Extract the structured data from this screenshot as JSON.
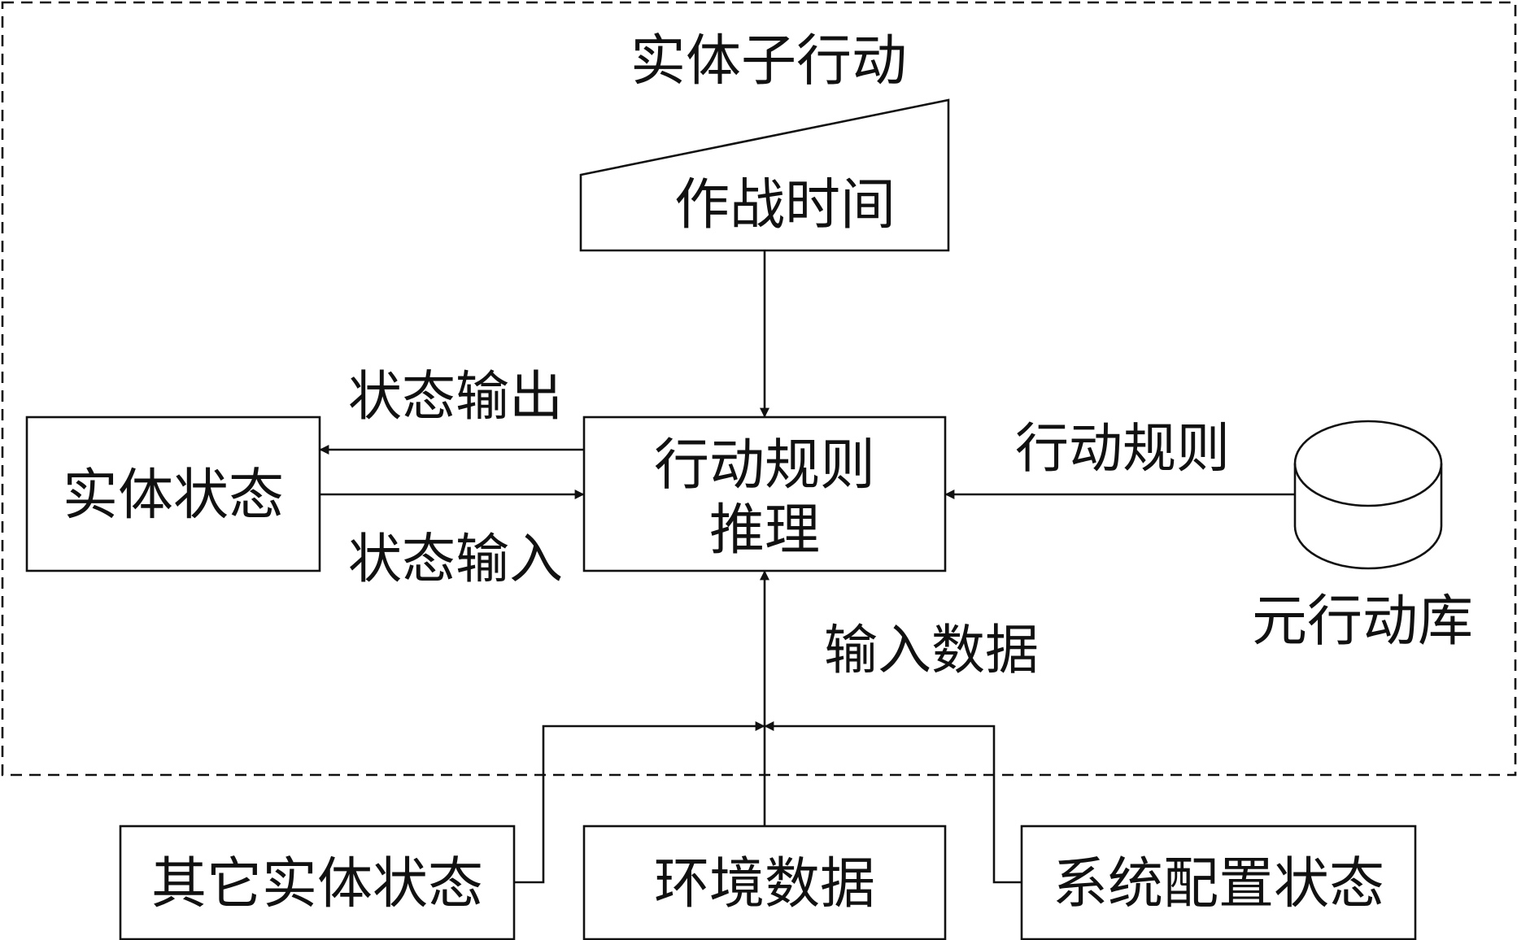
{
  "diagram": {
    "group_title": "实体子行动",
    "timing": {
      "label": "作战时间"
    },
    "core": {
      "line1": "行动规则",
      "line2": "推理"
    },
    "entity_state": {
      "label": "实体状态"
    },
    "library": {
      "label": "元行动库"
    },
    "inputs": {
      "other_entities": "其它实体状态",
      "environment": "环境数据",
      "system_config": "系统配置状态"
    },
    "edges": {
      "state_output": "状态输出",
      "state_input": "状态输入",
      "action_rules": "行动规则",
      "input_data": "输入数据"
    }
  }
}
